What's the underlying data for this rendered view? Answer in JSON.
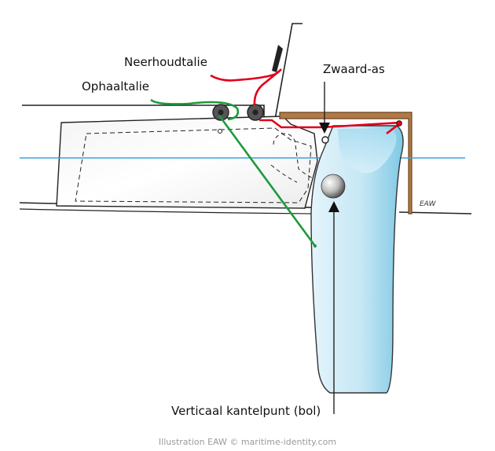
{
  "labels": {
    "neerhoudtalie": "Neerhoudtalie",
    "ophaaltalie": "Ophaaltalie",
    "zwaard_as": "Zwaard-as",
    "kantelpunt": "Verticaal kantelpunt (bol)"
  },
  "signature": "EAW",
  "credit": "Illustration EAW © maritime-identity.com",
  "colors": {
    "red_line": "#e0001b",
    "green_line": "#1c9a3c",
    "waterline": "#3aa3dd",
    "trunk_wood": "#8b5e34",
    "centreboard_light": "#e2f3fb",
    "centreboard_dark": "#85cbe6"
  }
}
